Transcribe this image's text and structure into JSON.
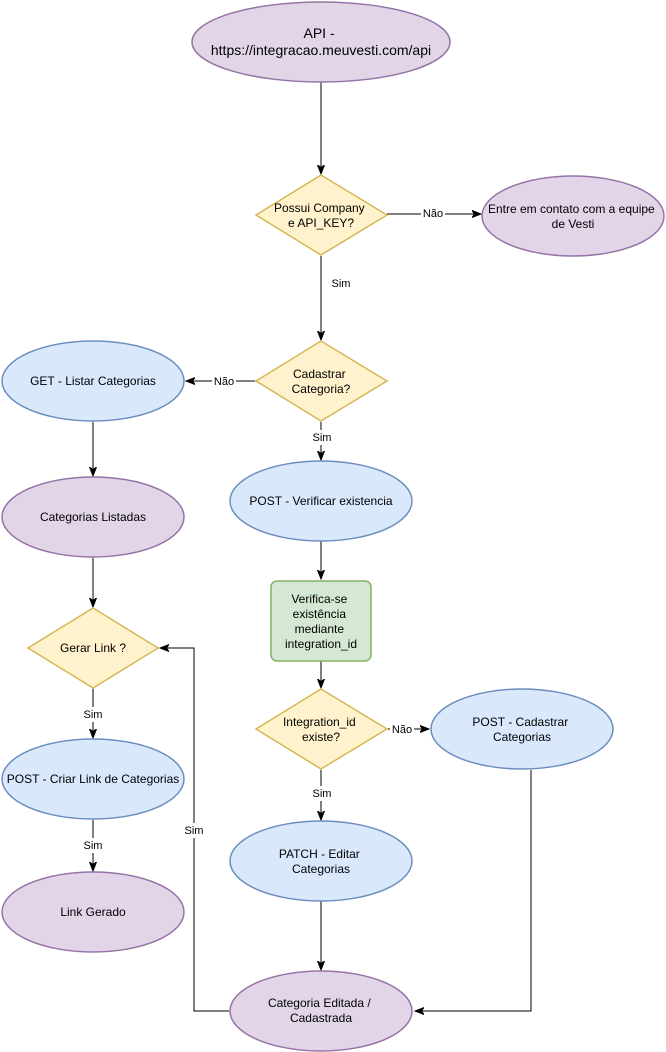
{
  "colors": {
    "purple_fill": "#e1d5e7",
    "purple_stroke": "#9673a6",
    "blue_fill": "#dae8fc",
    "blue_stroke": "#6c8ebf",
    "yellow_fill": "#fff2cc",
    "yellow_stroke": "#d6b656",
    "green_fill": "#d5e8d4",
    "green_stroke": "#82b366"
  },
  "nodes": {
    "api": [
      "API -",
      "https://integracao.meuvesti.com/api"
    ],
    "possui_company": [
      "Possui Company",
      "e API_KEY?"
    ],
    "contato": [
      "Entre em contato com a equipe",
      "de Vesti"
    ],
    "cadastrar_categoria": [
      "Cadastrar",
      "Categoria?"
    ],
    "get_listar": [
      "GET - Listar Categorias"
    ],
    "post_verificar": [
      "POST - Verificar existencia"
    ],
    "categorias_listadas": [
      "Categorias Listadas"
    ],
    "verifica_se": [
      "Verifica-se",
      "existência",
      "mediante",
      "integration_id"
    ],
    "gerar_link": [
      "Gerar Link ?"
    ],
    "integration_existe": [
      "Integration_id",
      "existe?"
    ],
    "post_cadastrar": [
      "POST - Cadastrar",
      "Categorias"
    ],
    "post_criar_link": [
      "POST - Criar Link de Categorias"
    ],
    "patch_editar": [
      "PATCH - Editar",
      "Categorias"
    ],
    "link_gerado": [
      "Link Gerado"
    ],
    "categoria_editada": [
      "Categoria Editada /",
      "Cadastrada"
    ]
  },
  "edge_labels": {
    "nao_contato": "Não",
    "sim_cadastrar": "Sim",
    "nao_get": "Não",
    "sim_post_verificar": "Sim",
    "nao_post_cadastrar": "Não",
    "sim_patch": "Sim",
    "sim_criar_link": "Sim",
    "sim_link_gerado": "Sim",
    "sim_loop": "Sim"
  }
}
